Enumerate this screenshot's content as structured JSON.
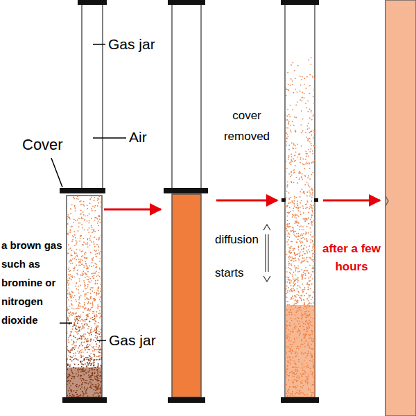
{
  "diagram": {
    "labels": [
      "Gas jar",
      "Air",
      "Cover",
      "a brown gas such as bromine or nitrogen dioxide",
      "Gas jar",
      "cover removed",
      "diffusion starts",
      "after a few hours"
    ]
  }
}
